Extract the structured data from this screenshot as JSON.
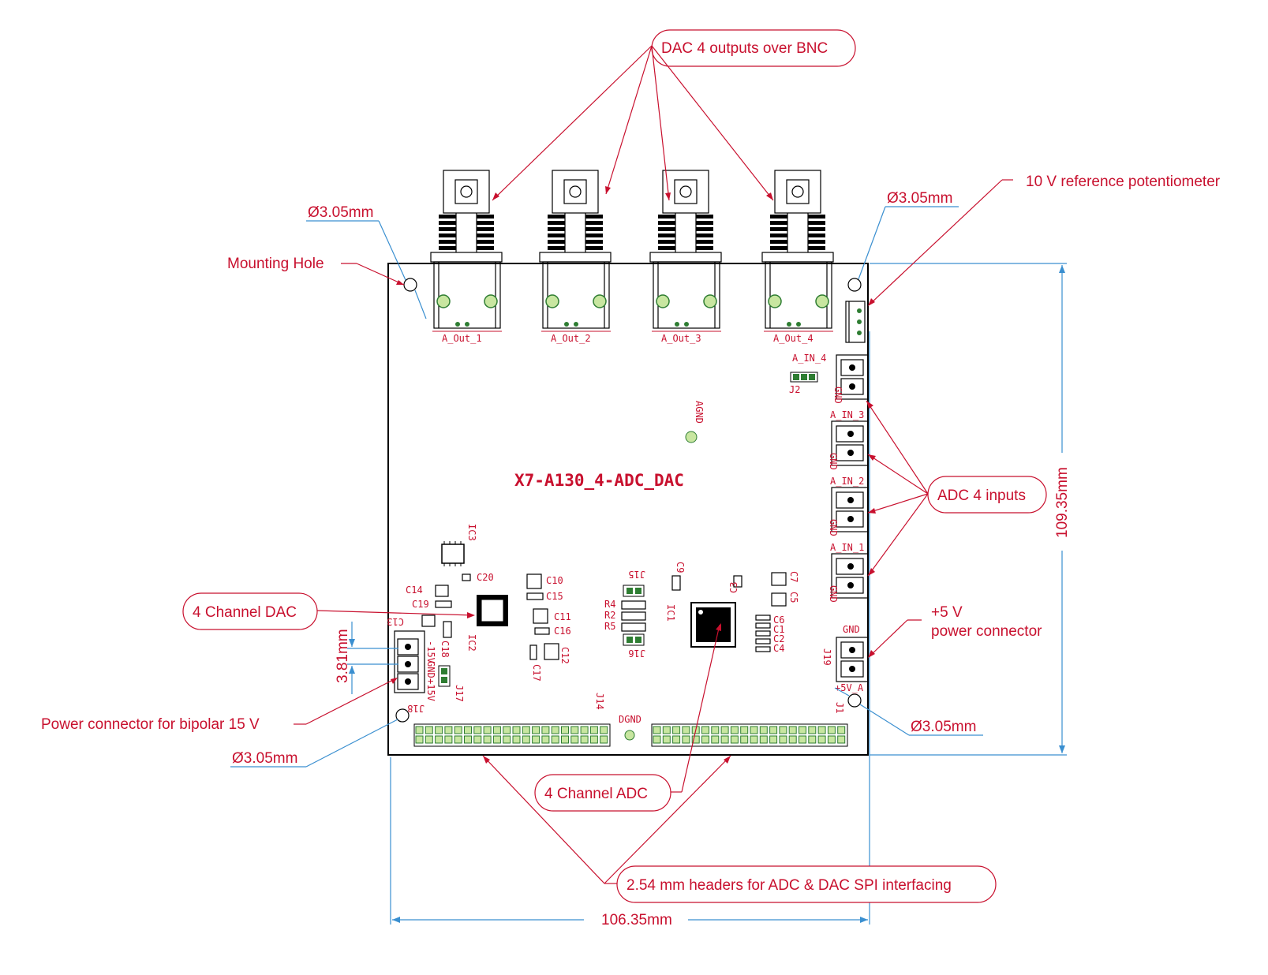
{
  "board": {
    "name": "X7-A130_4-ADC_DAC",
    "width_label": "106.35mm",
    "height_label": "109.35mm",
    "pitch_label": "3.81mm"
  },
  "callouts": {
    "dac_outputs": "DAC 4 outputs over BNC",
    "reference_pot": "10 V reference potentiometer",
    "mounting_hole": "Mounting Hole",
    "adc_inputs": "ADC 4 inputs",
    "dac_chip": "4 Channel DAC",
    "power5v_line1": "+5 V",
    "power5v_line2": "power connector",
    "bipolar_power": "Power connector for bipolar 15 V",
    "adc_chip": "4 Channel ADC",
    "headers": "2.54 mm headers for ADC & DAC SPI interfacing"
  },
  "holes": {
    "top_left": "Ø3.05mm",
    "top_right": "Ø3.05mm",
    "bottom_left": "Ø3.05mm",
    "bottom_right": "Ø3.05mm"
  },
  "silkscreen": {
    "bnc_labels": [
      "A_Out_1",
      "A_Out_2",
      "A_Out_3",
      "A_Out_4"
    ],
    "ain_labels": [
      "A_IN_4",
      "A_IN_3",
      "A_IN_2",
      "A_IN_1"
    ],
    "gnd": "GND",
    "agnd": "AGND",
    "dgnd": "DGND",
    "j1": "J1",
    "j2": "J2",
    "j14": "J14",
    "j15": "J15",
    "j16": "J16",
    "j17": "J17",
    "j18": "J18",
    "j19": "J19",
    "plus5va": "+5V_A",
    "minus15v": "-15V",
    "plus15v": "+15V",
    "ic1": "IC1",
    "ic2": "IC2",
    "ic3": "IC3",
    "c1": "C1",
    "c2": "C2",
    "c3": "C3",
    "c4": "C4",
    "c5": "C5",
    "c6": "C6",
    "c7": "C7",
    "c9": "C9",
    "c10": "C10",
    "c11": "C11",
    "c12": "C12",
    "c13": "C13",
    "c14": "C14",
    "c15": "C15",
    "c16": "C16",
    "c17": "C17",
    "c18": "C18",
    "c19": "C19",
    "c20": "C20",
    "r2": "R2",
    "r4": "R4",
    "r5": "R5"
  }
}
